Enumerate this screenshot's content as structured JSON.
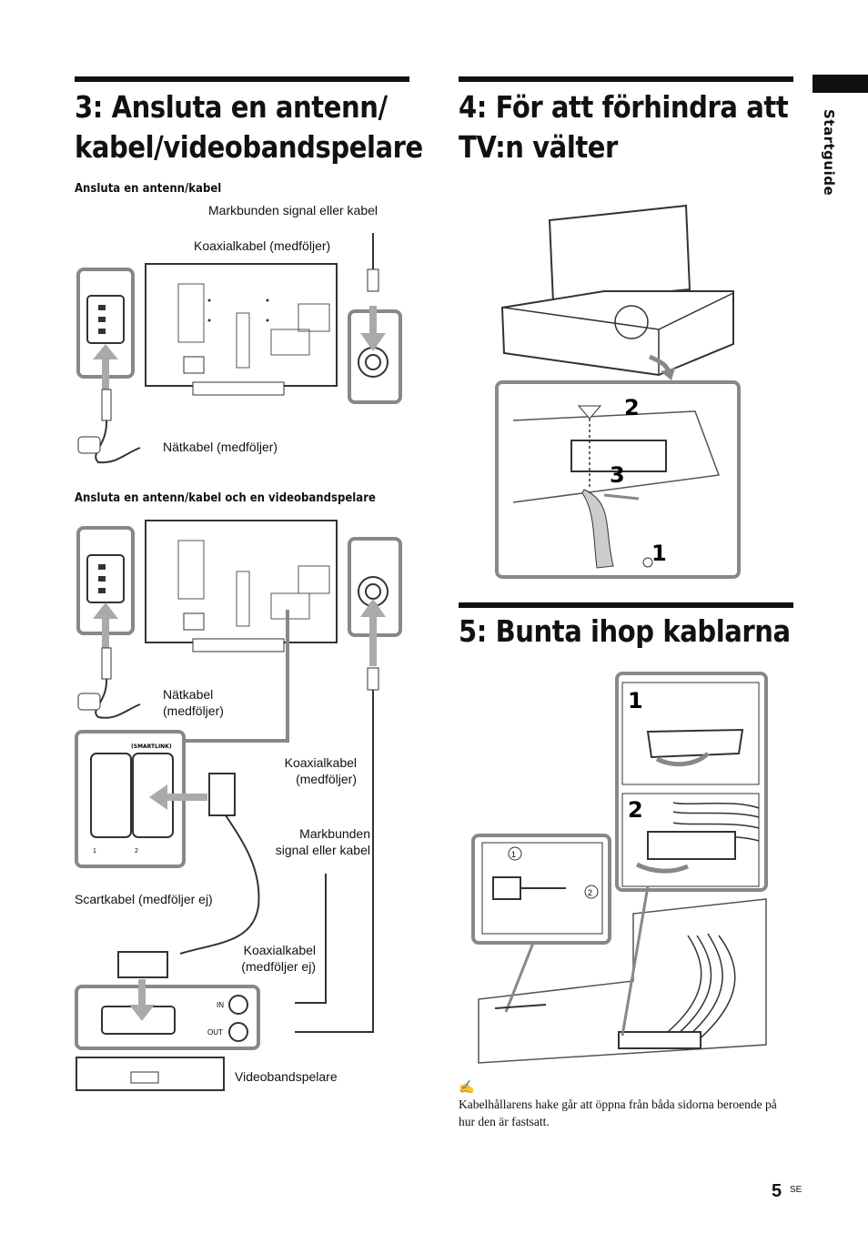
{
  "section3": {
    "title_line1": "3: Ansluta en antenn/",
    "title_line2": "kabel/videobandspelare",
    "sub1": "Ansluta en antenn/kabel",
    "sub2": "Ansluta en antenn/kabel och en videobandspelare",
    "fig1": {
      "signal": "Markbunden signal eller kabel",
      "coax": "Koaxialkabel (medföljer)",
      "power": "Nätkabel (medföljer)"
    },
    "fig2": {
      "power_l1": "Nätkabel",
      "power_l2": "(medföljer)",
      "coax_l1": "Koaxialkabel",
      "coax_l2": "(medföljer)",
      "signal_l1": "Markbunden",
      "signal_l2": "signal eller kabel",
      "scart": "Scartkabel (medföljer ej)",
      "coax2_l1": "Koaxialkabel",
      "coax2_l2": "(medföljer ej)",
      "vcr": "Videobandspelare",
      "smartlink": "(SMARTLINK)",
      "in": "IN",
      "out": "OUT",
      "port1": "1",
      "port2": "2"
    }
  },
  "section4": {
    "title_line1": "4: För att förhindra att",
    "title_line2": "TV:n välter",
    "steps": [
      "2",
      "3",
      "1"
    ]
  },
  "section5": {
    "title": "5: Bunta ihop kablarna",
    "steps": [
      "1",
      "2"
    ],
    "circ1": "1",
    "circ2": "2",
    "note_icon": "✍",
    "note": "Kabelhållarens hake går att öppna från båda sidorna beroende på hur den är fastsatt."
  },
  "sidebar": {
    "tab": "Startguide"
  },
  "footer": {
    "page": "5",
    "suffix": "SE"
  }
}
